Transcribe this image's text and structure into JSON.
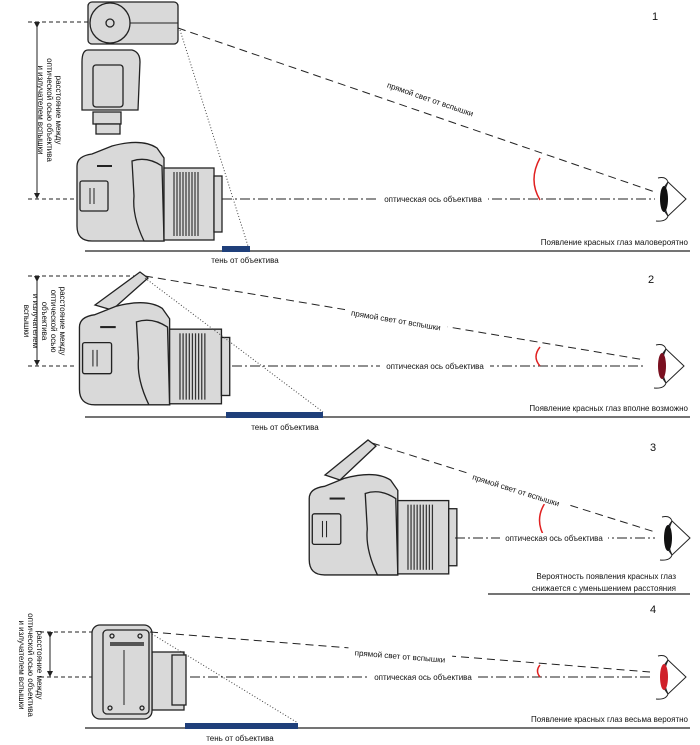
{
  "panels": [
    {
      "number": "1",
      "direct_light": "прямой свет от вспышки",
      "axis": "оптическая ось объектива",
      "shadow": "тень от объектива",
      "result": [
        "Появление красных глаз маловероятно"
      ],
      "distance_label": [
        "расстояние между",
        "оптической осью объектива",
        "и излучателем вспышки"
      ],
      "pupil_color": "#111111"
    },
    {
      "number": "2",
      "direct_light": "прямой свет от вспышки",
      "axis": "оптическая ось объектива",
      "shadow": "тень от объектива",
      "result": [
        "Появление красных глаз вполне возможно"
      ],
      "distance_label": [
        "расстояние между",
        "оптической осью",
        "объектива",
        "и излучателем",
        "вспышки"
      ],
      "pupil_color": "#7a1020"
    },
    {
      "number": "3",
      "direct_light": "прямой свет от вспышки",
      "axis": "оптическая ось объектива",
      "result": [
        "Вероятность появления красных глаз",
        "снижается с уменьшением расстояния"
      ],
      "pupil_color": "#111111"
    },
    {
      "number": "4",
      "direct_light": "прямой свет от вспышки",
      "axis": "оптическая ось объектива",
      "shadow": "тень от объектива",
      "result": [
        "Появление красных глаз весьма вероятно"
      ],
      "distance_label": [
        "расстояние между",
        "оптической осью объектива",
        "и излучателем вспышки"
      ],
      "pupil_color": "#d0202a"
    }
  ],
  "colors": {
    "shadow": "#1f3f7a",
    "iris": "#5b8ee0",
    "arc": "#e02020",
    "camera": "#d9d9d9"
  }
}
